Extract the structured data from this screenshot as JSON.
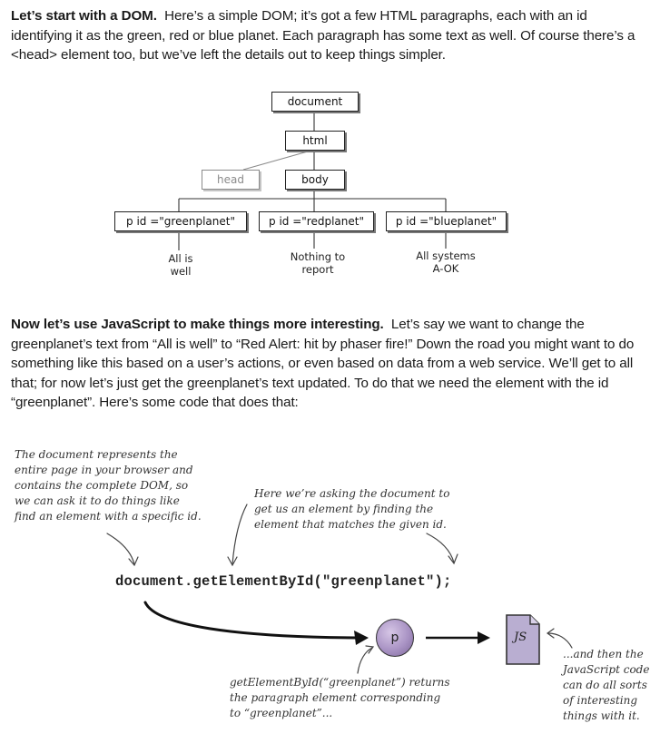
{
  "intro": {
    "heading": "Let’s start with a DOM.",
    "text": "Here’s a simple DOM; it’s got a few HTML paragraphs, each with an id identifying it as the green, red or blue planet. Each paragraph has some text as well. Of course there’s a <head> element too, but we’ve left the details out to keep things simpler."
  },
  "tree": {
    "document": "document",
    "html": "html",
    "head": "head",
    "body": "body",
    "paragraphs": [
      {
        "label": "p id =\"greenplanet\"",
        "text": "All is\nwell"
      },
      {
        "label": "p id =\"redplanet\"",
        "text": "Nothing to\nreport"
      },
      {
        "label": "p id =\"blueplanet\"",
        "text": "All systems\nA-OK"
      }
    ]
  },
  "js_section": {
    "heading": "Now let’s use JavaScript to make things more interesting.",
    "text": "Let’s say we want to change the greenplanet’s text from “All is well” to “Red Alert: hit by phaser fire!” Down the road you might want to do something like this based on a user’s actions, or even based on data from a web service. We’ll get to all that; for now let’s just get the greenplanet’s text updated. To do that we need the element with the id “greenplanet”. Here’s some code that does that:"
  },
  "annotations": {
    "document_note": "The document represents the\nentire page in your browser and\ncontains the complete DOM, so\nwe can ask it to do things like\nfind an element with a specific id.",
    "asking_note": "Here we’re asking the document to\nget us an element by finding the\nelement that matches the given id.",
    "returns_note": "getElementById(“greenplanet”) returns\nthe paragraph element corresponding\nto “greenplanet”...",
    "then_note": "...and then the\nJavaScript code\ncan do all sorts\nof interesting\nthings with it."
  },
  "code_line": "document.getElementById(\"greenplanet\");",
  "p_node": "p",
  "js_file": "JS",
  "colors": {
    "p_node_fill": "#a993c4",
    "js_file_fill": "#b9aed1",
    "ghost": "#8a8a8a"
  }
}
